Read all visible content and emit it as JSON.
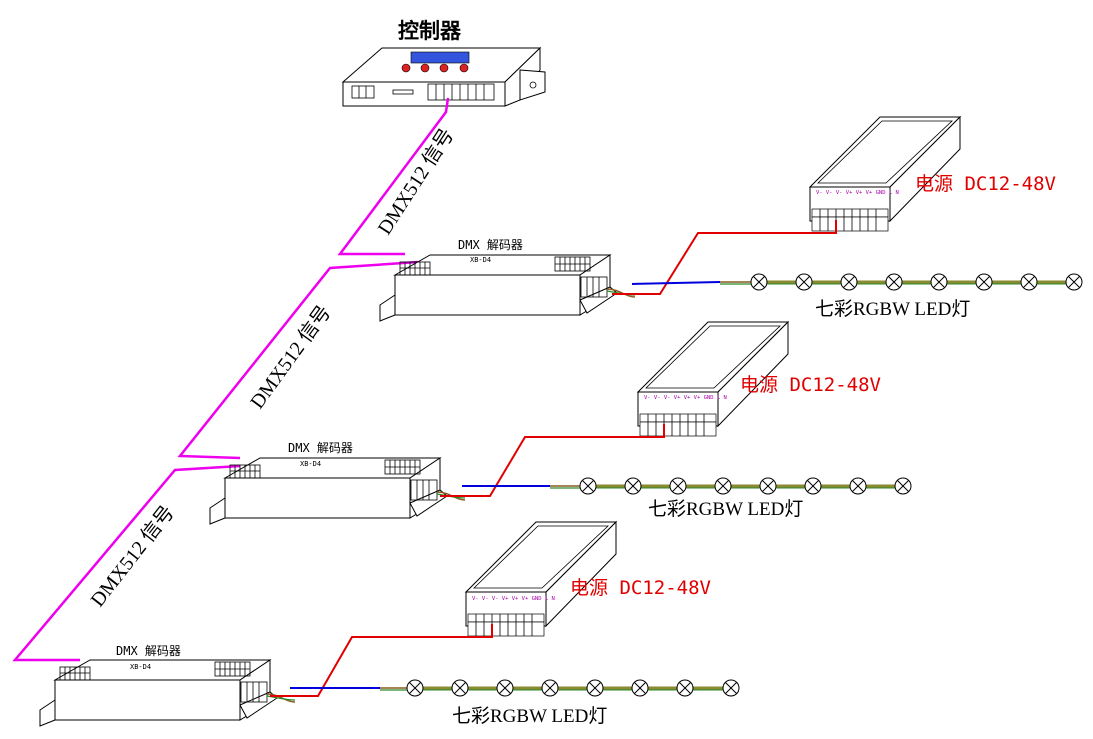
{
  "controller": {
    "label": "控制器"
  },
  "signal_label": "DMX512 信号",
  "decoder": {
    "label": "DMX 解码器",
    "model": "XB-D4"
  },
  "power_supply": {
    "label": "电源 DC12-48V",
    "terminals": "V- V- V- V+ V+ V+ GND L N"
  },
  "lamp": {
    "label": "七彩RGBW LED灯"
  },
  "colors": {
    "dmx_wire": "#ee00ee",
    "power_wire": "#e00000",
    "data_wire": "#0000dd",
    "power_label": "#e00000",
    "controller_display": "#3355dd",
    "controller_buttons": "#dd2222"
  },
  "icons": {
    "lamp_node": "lamp-bulb-icon"
  }
}
